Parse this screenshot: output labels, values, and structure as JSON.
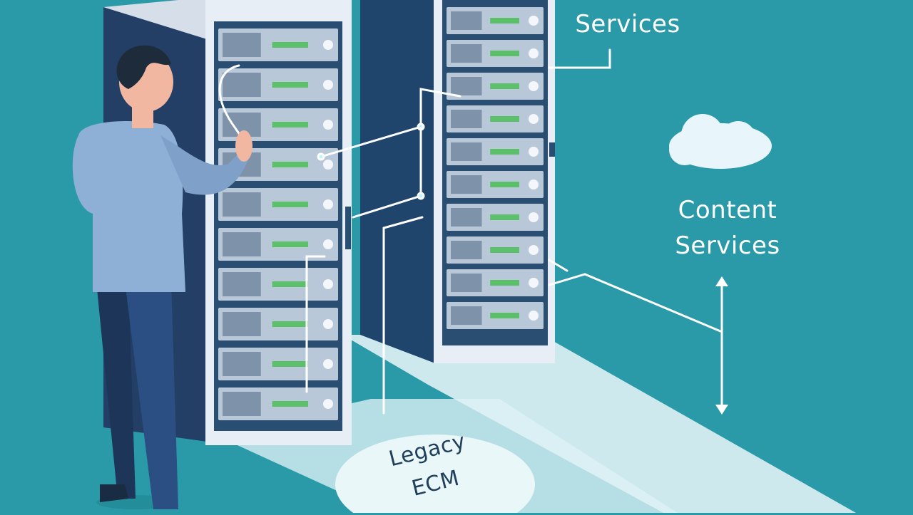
{
  "labels": {
    "services": "Services",
    "content_services_line1": "Content",
    "content_services_line2": "Services",
    "legacy_line1": "Legacy",
    "legacy_line2": "ECM"
  },
  "colors": {
    "background": "#2a9aa8",
    "rack_front": "#e8eef5",
    "rack_side": "#23476b",
    "server_led": "#5cbf6a",
    "connector_line": "#ffffff",
    "person_shirt": "#8fb0d6",
    "person_pants": "#2b4f82"
  },
  "icons": [
    "cloud-icon",
    "arrow-up-icon",
    "arrow-down-icon"
  ],
  "racks": [
    {
      "name": "left-rack",
      "units": 10
    },
    {
      "name": "right-rack",
      "units": 10
    }
  ]
}
